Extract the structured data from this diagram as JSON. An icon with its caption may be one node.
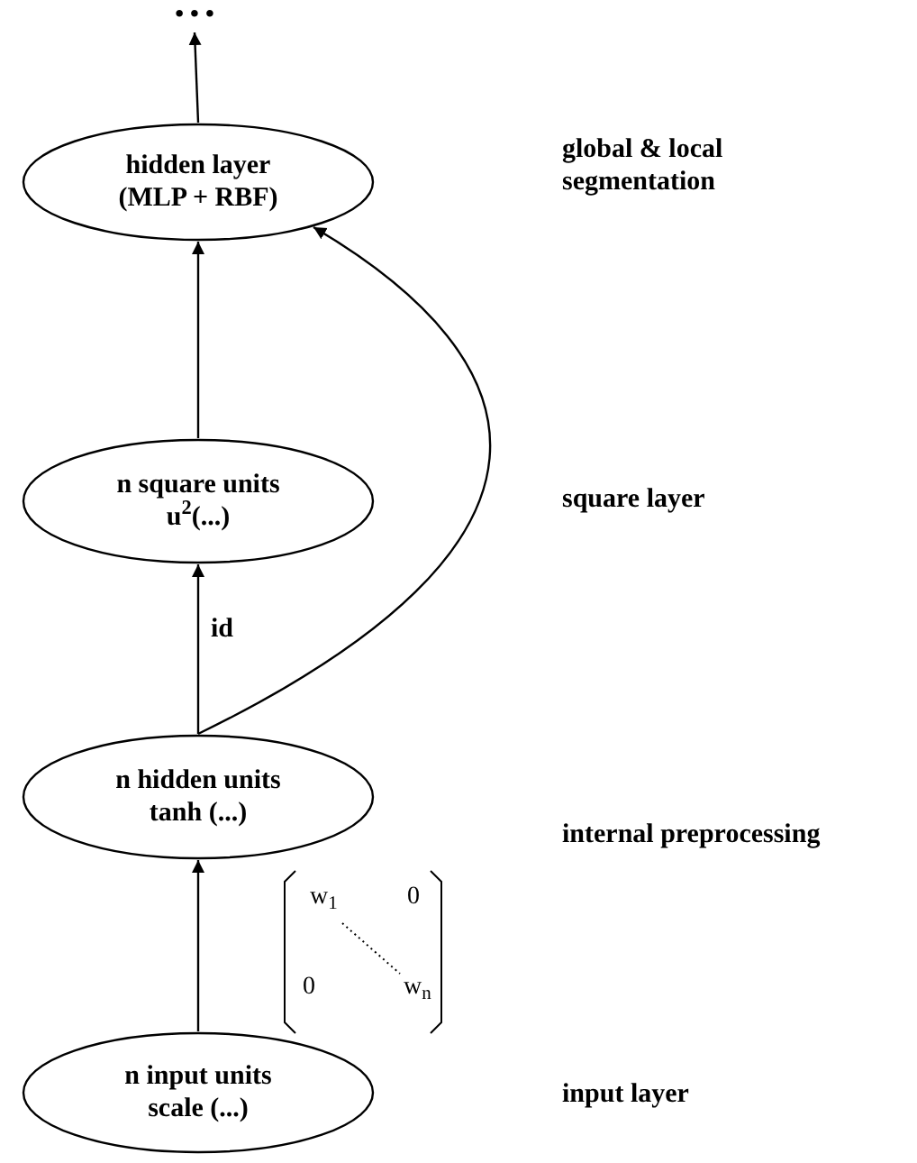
{
  "diagram": {
    "nodes": [
      {
        "text": [
          "• • •"
        ]
      },
      {
        "text": [
          "hidden layer (MLP + RBF)"
        ]
      },
      {
        "text": [
          "n square units u$^{2}$(...)"
        ]
      },
      {
        "text": [
          "n hidden units tanh (...)"
        ]
      },
      {
        "text": [
          "n input units scale (...)"
        ]
      }
    ],
    "edges": [
      {
        "from": 1,
        "to": 0,
        "arrow": "to"
      },
      {
        "from": 2,
        "to": 1,
        "arrow": "to"
      },
      {
        "from": 3,
        "to": 1,
        "arrow": "to"
      },
      {
        "from": 3,
        "to": 2,
        "arrow": "to",
        "label": "id"
      },
      {
        "from": 4,
        "to": 3,
        "arrow": "to"
      }
    ],
    "labels": [
      "global & local segmentation",
      "square layer",
      "internal preprocessing",
      "input layer",
      "w$_{1}$",
      "0",
      "0",
      "w$_{n}$"
    ]
  }
}
